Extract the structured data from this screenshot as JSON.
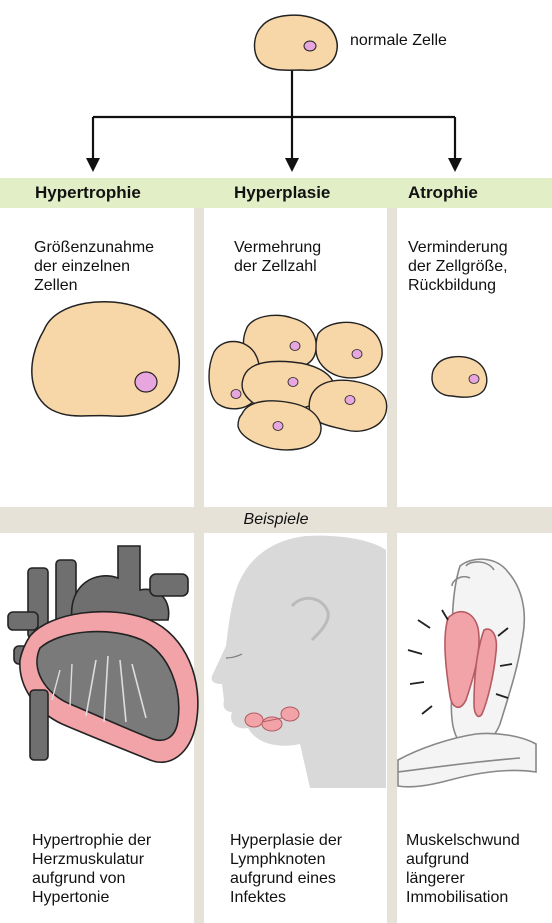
{
  "normal_cell": {
    "label": "normale Zelle"
  },
  "columns": [
    {
      "id": "hypertrophie",
      "title": "Hypertrophie",
      "description": "Größenzunahme\nder einzelnen\nZellen",
      "example": "Hypertrophie der\nHerzmuskulatur\naufgrund von\nHypertonie"
    },
    {
      "id": "hyperplasie",
      "title": "Hyperplasie",
      "description": "Vermehrung\nder Zellzahl",
      "example": "Hyperplasie der\nLymphknoten\naufgrund eines\nInfektes"
    },
    {
      "id": "atrophie",
      "title": "Atrophie",
      "description": "Verminderung\nder Zellgröße,\nRückbildung",
      "example": "Muskelschwund\naufgrund\nlängerer\nImmobilisation"
    }
  ],
  "examples_band": {
    "label": "Beispiele"
  },
  "colors": {
    "header_band": "#e2efc6",
    "examples_band": "#e6e2d8",
    "divider": "#e6e2d8",
    "cell_fill": "#f7d6a8",
    "cell_stroke": "#222222",
    "nucleus_fill": "#e7a6de",
    "heart_gray": "#6f6f6f",
    "heart_pink": "#f2a3a8",
    "head_gray": "#d9d9d9"
  }
}
